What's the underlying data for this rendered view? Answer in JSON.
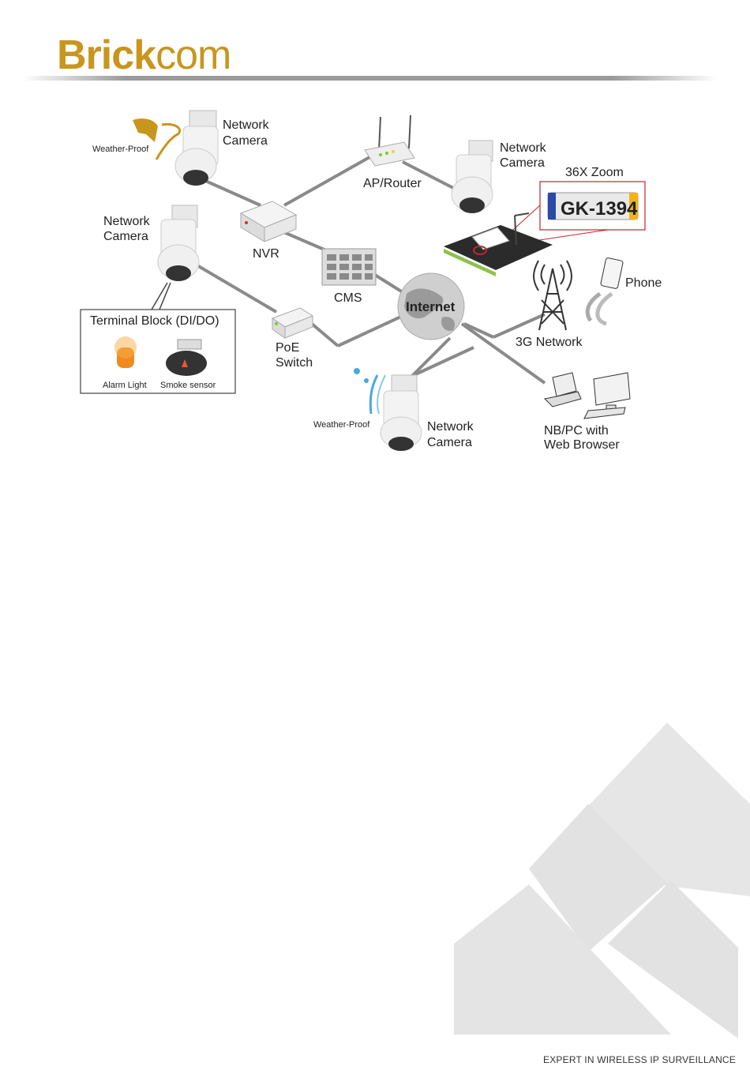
{
  "brand": {
    "name_bold": "Brick",
    "name_light": "com",
    "color": "#c8961e"
  },
  "diagram": {
    "nodes": {
      "camera_top_left": {
        "label_line1": "Network",
        "label_line2": "Camera",
        "badge": "Weather-Proof"
      },
      "camera_mid_left": {
        "label_line1": "Network",
        "label_line2": "Camera"
      },
      "camera_top_right": {
        "label_line1": "Network",
        "label_line2": "Camera"
      },
      "camera_bottom": {
        "label_line1": "Network",
        "label_line2": "Camera",
        "badge": "Weather-Proof"
      },
      "ap_router": {
        "label": "AP/Router"
      },
      "nvr": {
        "label": "NVR"
      },
      "cms": {
        "label": "CMS"
      },
      "poe_switch": {
        "label_line1": "PoE",
        "label_line2": "Switch"
      },
      "internet": {
        "label": "Internet"
      },
      "network_3g": {
        "label": "3G Network"
      },
      "phone": {
        "label": "Phone"
      },
      "nb_pc": {
        "label_line1": "NB/PC  with",
        "label_line2": "Web  Browser"
      },
      "zoom": {
        "title": "36X Zoom",
        "plate": "GK-1394"
      },
      "terminal_block": {
        "title": "Terminal Block (DI/DO)",
        "item1": "Alarm Light",
        "item2": "Smoke sensor"
      }
    }
  },
  "footer": {
    "tagline": "EXPERT IN WIRELESS IP SURVEILLANCE"
  }
}
